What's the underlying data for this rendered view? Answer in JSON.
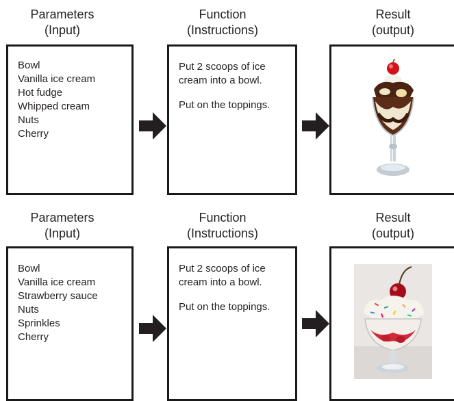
{
  "rows": [
    {
      "headers": {
        "parameters": [
          "Parameters",
          "(Input)"
        ],
        "function": [
          "Function",
          "(Instructions)"
        ],
        "result": [
          "Result",
          "(output)"
        ]
      },
      "inputs": [
        "Bowl",
        "Vanilla ice cream",
        "Hot fudge",
        "Whipped cream",
        "Nuts",
        "Cherry"
      ],
      "instructions": [
        "Put 2 scoops of ice",
        "cream into a bowl.",
        "",
        "Put on the toppings."
      ],
      "result_image": "hot-fudge-sundae"
    },
    {
      "headers": {
        "parameters": [
          "Parameters",
          "(Input)"
        ],
        "function": [
          "Function",
          "(Instructions)"
        ],
        "result": [
          "Result",
          "(output)"
        ]
      },
      "inputs": [
        "Bowl",
        "Vanilla ice cream",
        "Strawberry sauce",
        "Nuts",
        "Sprinkles",
        "Cherry"
      ],
      "instructions": [
        "Put 2 scoops of ice",
        "cream into a bowl.",
        "",
        "Put on the toppings."
      ],
      "result_image": "strawberry-sprinkle-sundae"
    }
  ],
  "colors": {
    "border": "#1a1a1a",
    "arrow": "#231f20",
    "text": "#231f20"
  }
}
